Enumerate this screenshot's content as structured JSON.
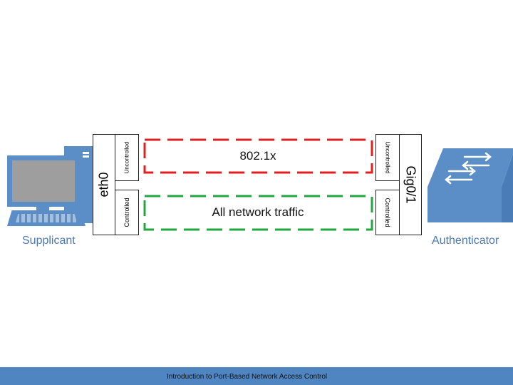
{
  "diagram": {
    "supplicant": {
      "label": "Supplicant",
      "port": "eth0",
      "uncontrolled": "Uncontrolled",
      "controlled": "Controlled"
    },
    "authenticator": {
      "label": "Authenticator",
      "port": "Gig0/1",
      "uncontrolled": "Uncontrolled",
      "controlled": "Controlled"
    },
    "channels": [
      {
        "label": "802.1x",
        "color": "#e02020"
      },
      {
        "label": "All network traffic",
        "color": "#22a640"
      }
    ],
    "colors": {
      "accent": "#5b8ec7",
      "label": "#4a7ab8",
      "footer": "#4f86c1"
    }
  },
  "footer": {
    "text": "Introduction to Port-Based Network Access Control"
  }
}
